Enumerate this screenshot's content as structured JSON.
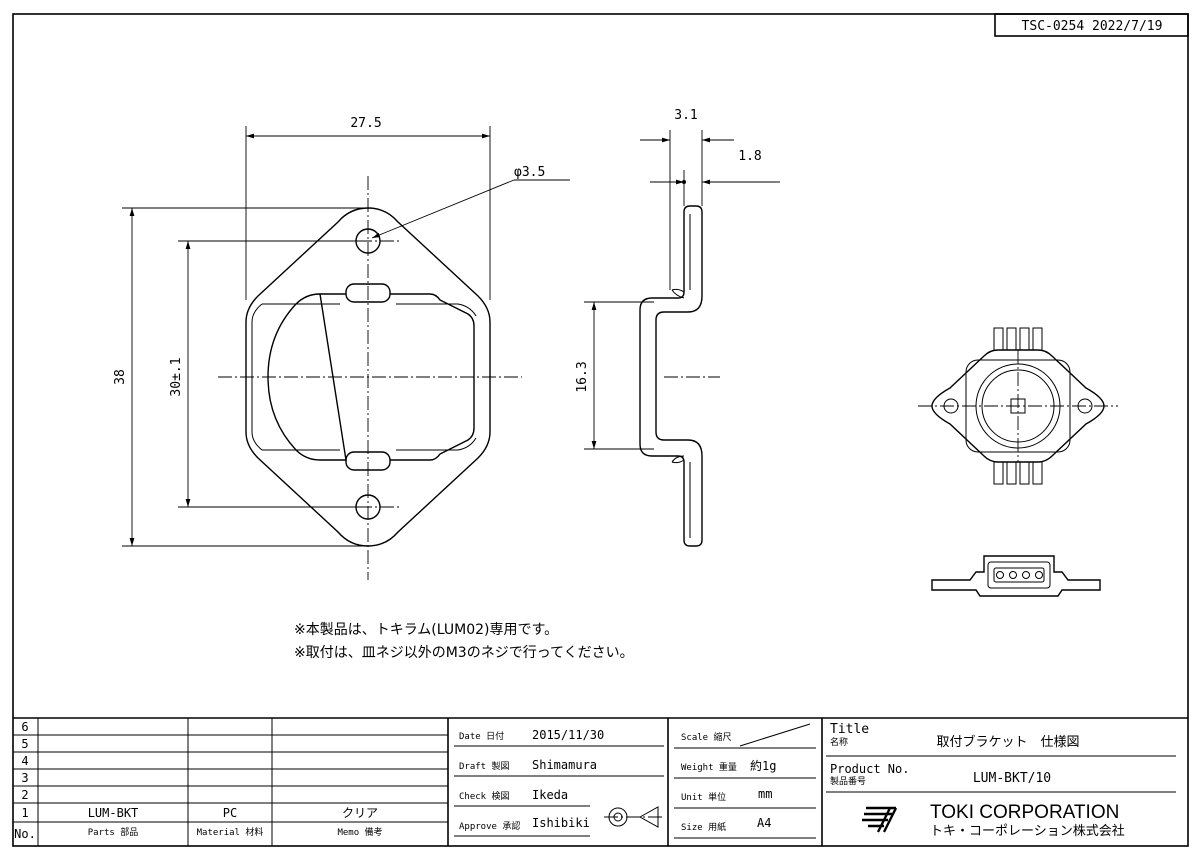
{
  "header": {
    "doc_number_date": "TSC-0254 2022/7/19"
  },
  "dimensions": {
    "width": "27.5",
    "hole_dia": "φ3.5",
    "height_total": "38",
    "hole_pitch": "30±.1",
    "side_offset_a": "3.1",
    "side_offset_b": "1.8",
    "side_height": "16.3"
  },
  "notes": [
    "※本製品は、トキラム(LUM02)専用です。",
    "※取付は、皿ネジ以外のM3のネジで行ってください。"
  ],
  "parts_table": {
    "row_numbers": [
      "6",
      "5",
      "4",
      "3",
      "2",
      "1"
    ],
    "row1": {
      "part": "LUM-BKT",
      "material": "PC",
      "memo": "クリア"
    },
    "header": {
      "no": "No.",
      "parts": "Parts 部品",
      "material": "Material 材料",
      "memo": "Memo 備考"
    }
  },
  "approval": {
    "date_label": "Date 日付",
    "date_value": "2015/11/30",
    "draft_label": "Draft 製図",
    "draft_value": "Shimamura",
    "check_label": "Check 検図",
    "check_value": "Ikeda",
    "approve_label": "Approve 承認",
    "approve_value": "Ishibiki"
  },
  "specs": {
    "scale_label": "Scale 縮尺",
    "weight_label": "Weight 重量",
    "weight_value": "約1g",
    "unit_label": "Unit 単位",
    "unit_value": "mm",
    "size_label": "Size 用紙",
    "size_value": "A4"
  },
  "title_block": {
    "title_label": "Title",
    "title_label_ja": "名称",
    "title_value": "取付ブラケット　仕様図",
    "product_label": "Product No.",
    "product_label_ja": "製品番号",
    "product_value": "LUM-BKT/10"
  },
  "company": {
    "name": "TOKI CORPORATION",
    "name_ja": "トキ・コーポレーション株式会社"
  }
}
